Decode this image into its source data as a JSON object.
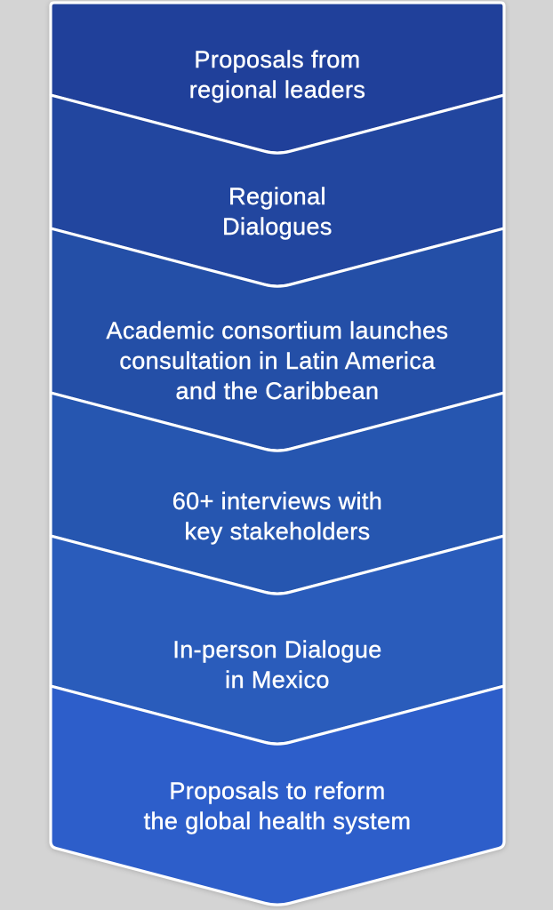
{
  "page": {
    "background_color": "#d4d4d4"
  },
  "diagram": {
    "type": "chevron-flow",
    "direction": "top-to-bottom",
    "border_color": "#ffffff",
    "text_color": "#ffffff",
    "steps": [
      {
        "color": "#20409A",
        "lines": [
          "Proposals from",
          "regional leaders"
        ]
      },
      {
        "color": "#22469F",
        "lines": [
          "Regional",
          "Dialogues"
        ]
      },
      {
        "color": "#244FA7",
        "lines": [
          "Academic consortium launches",
          "consultation in Latin America",
          "and the Caribbean"
        ]
      },
      {
        "color": "#2656B0",
        "lines": [
          "60+ interviews with",
          "key stakeholders"
        ]
      },
      {
        "color": "#2A5CBB",
        "lines": [
          "In-person Dialogue",
          "in Mexico"
        ]
      },
      {
        "color": "#2D5ECA",
        "lines": [
          "Proposals to reform",
          "the global health system"
        ]
      }
    ]
  }
}
